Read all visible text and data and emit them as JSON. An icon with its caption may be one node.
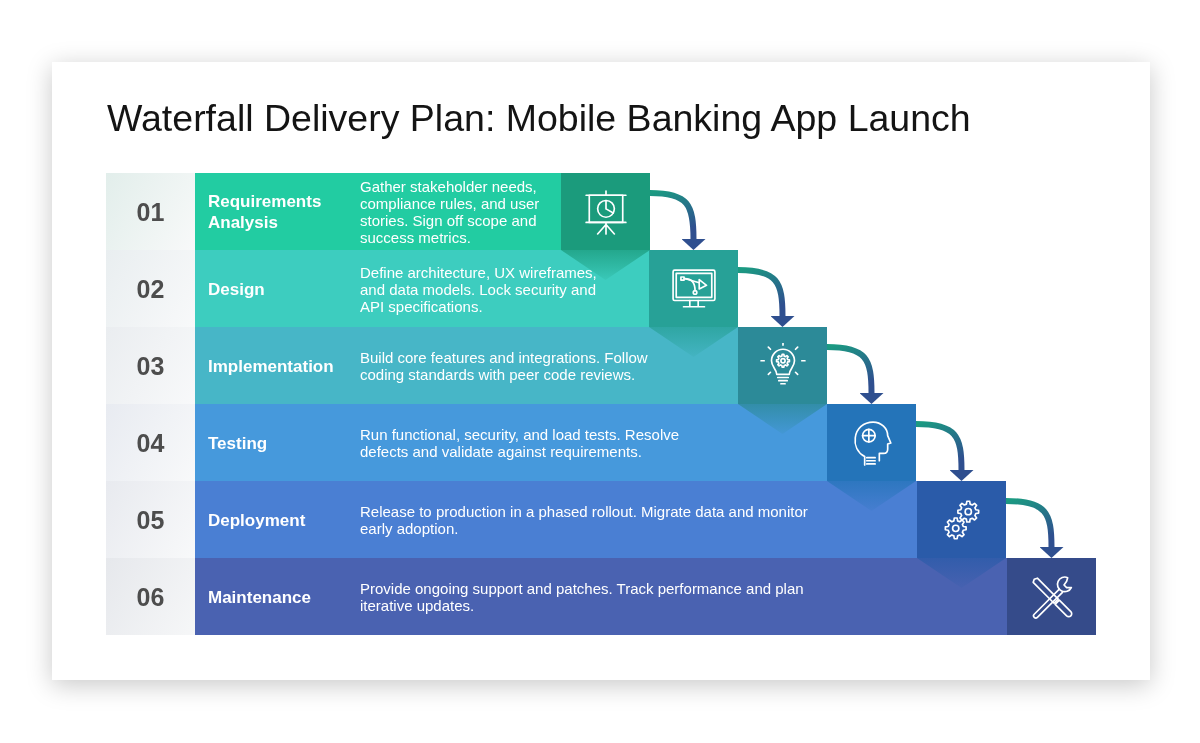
{
  "diagram": {
    "title": "Waterfall Delivery Plan: Mobile Banking App Launch",
    "nodes": [
      {
        "text": [
          "01"
        ]
      },
      {
        "text": [
          "Requirements Analysis",
          "Gather stakeholder needs, compliance rules, and user stories. Sign off scope and success metrics."
        ]
      },
      {
        "text": [],
        "shape": "picture",
        "in": 1
      },
      {
        "text": [
          "02"
        ]
      },
      {
        "text": [
          "Design",
          "Define architecture, UX wireframes, and data models. Lock security and API specifications."
        ]
      },
      {
        "text": [],
        "shape": "picture",
        "in": 4
      },
      {
        "text": [
          "03"
        ]
      },
      {
        "text": [
          "Implementation",
          "Build core features and integrations. Follow coding standards with peer code reviews."
        ]
      },
      {
        "text": [],
        "shape": "picture",
        "in": 7
      },
      {
        "text": [
          "04"
        ]
      },
      {
        "text": [
          "Testing",
          "Run functional, security, and load tests. Resolve defects and validate against requirements."
        ]
      },
      {
        "text": [],
        "shape": "picture",
        "in": 10
      },
      {
        "text": [
          "05"
        ]
      },
      {
        "text": [
          "Deployment",
          "Release to production in a phased rollout. Migrate data and monitor early adoption."
        ]
      },
      {
        "text": [],
        "shape": "picture",
        "in": 13
      },
      {
        "text": [
          "06"
        ]
      },
      {
        "text": [
          "Maintenance",
          "Provide ongoing support and patches. Track performance and plan iterative updates."
        ]
      },
      {
        "text": [],
        "shape": "picture",
        "in": 16
      }
    ],
    "edges": [
      {
        "from": 2,
        "to": 5,
        "arrow": "to"
      },
      {
        "from": 5,
        "to": 8,
        "arrow": "to"
      },
      {
        "from": 8,
        "to": 11,
        "arrow": "to"
      },
      {
        "from": 11,
        "to": 14,
        "arrow": "to"
      },
      {
        "from": 14,
        "to": 17,
        "arrow": "to"
      }
    ]
  }
}
